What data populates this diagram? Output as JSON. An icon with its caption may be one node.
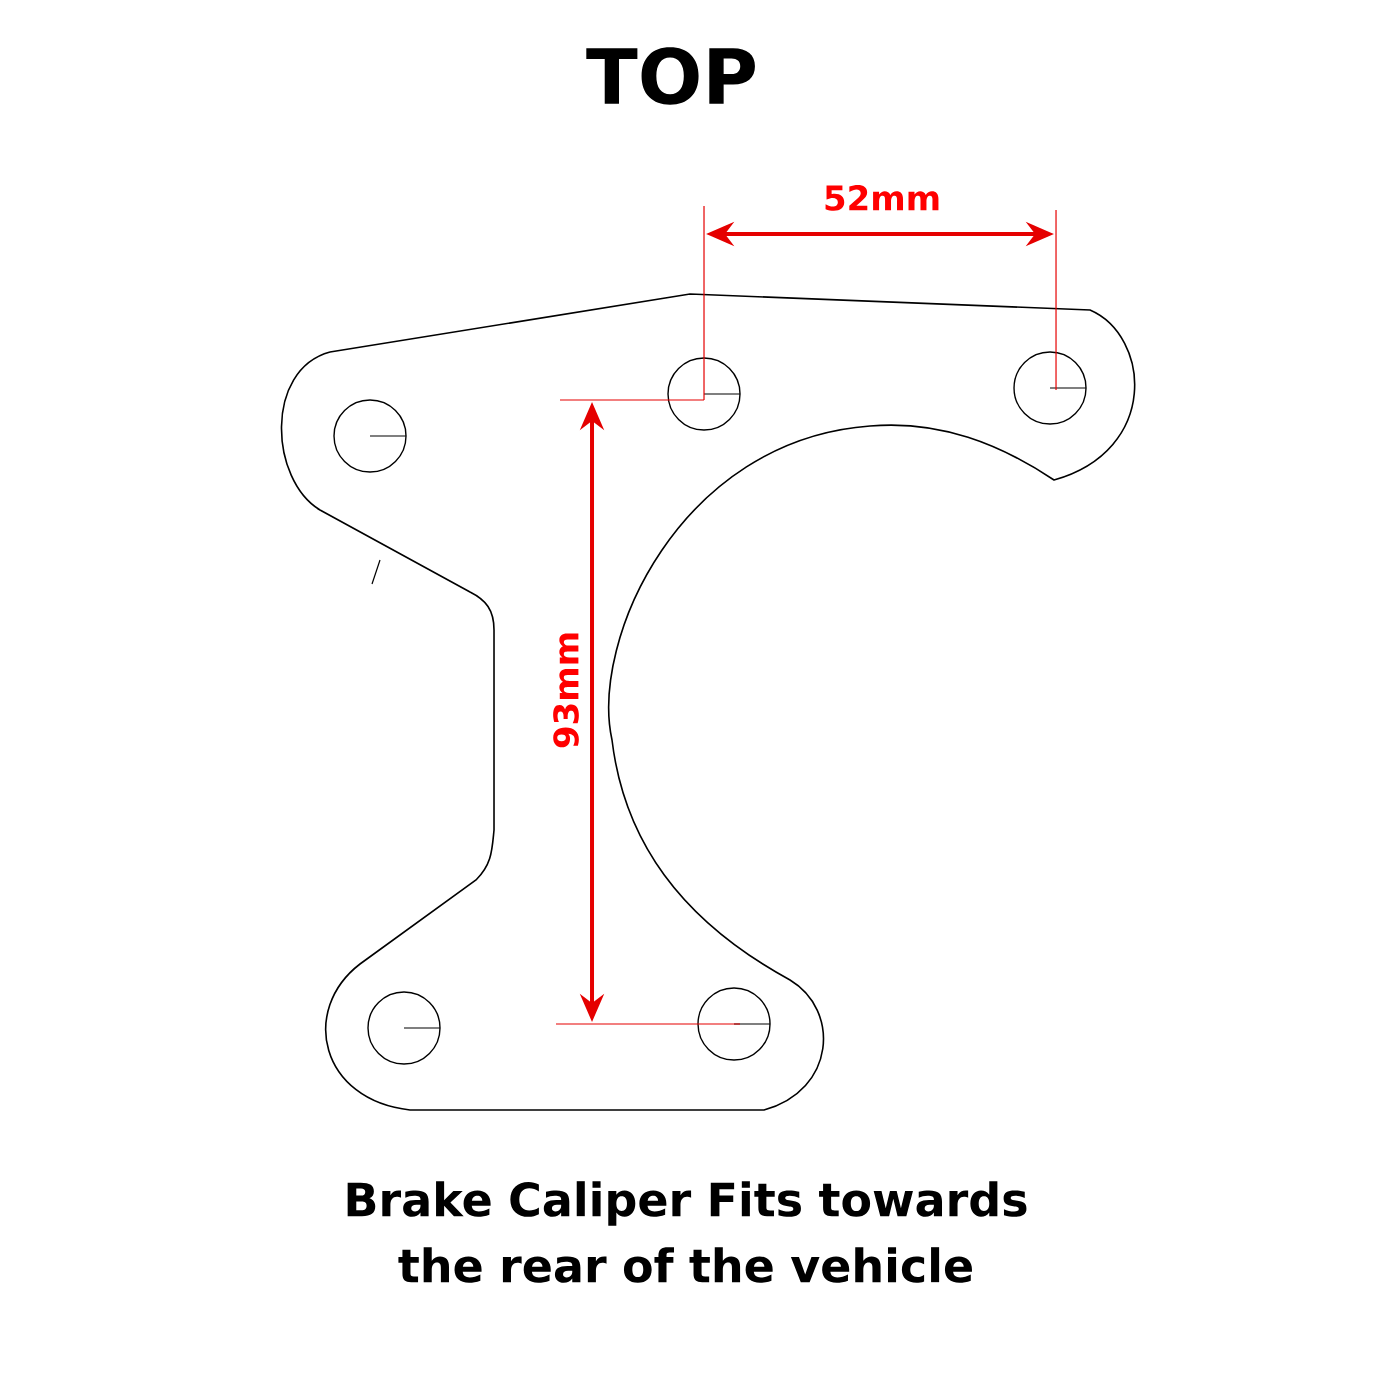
{
  "diagram": {
    "title": "TOP",
    "caption": "Brake Caliper Fits towards the rear of the vehicle",
    "labels": [
      "52mm",
      "93mm"
    ]
  }
}
